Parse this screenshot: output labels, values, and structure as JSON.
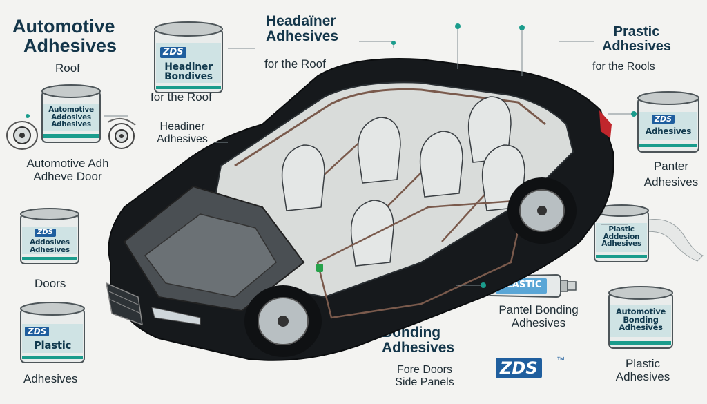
{
  "colors": {
    "background": "#f3f3f1",
    "title": "#14364a",
    "can_band": "#c9dfe2",
    "accent_teal": "#1a9c8c",
    "brand_blue": "#1f5e9e",
    "car_body": "#16191c"
  },
  "left": {
    "title_line1": "Automotive",
    "title_line2": "Adhesives",
    "subtitle": "Roof",
    "can1_label_line1": "Automotive",
    "can1_label_line2": "Addosives",
    "can1_label_line3": "Adhesives",
    "caption1_line1": "Automotive Adh",
    "caption1_line2": "Adheve Door",
    "can2_logo": "ZDS",
    "can2_label_line1": "Addosives",
    "can2_label_line2": "Adhesives",
    "caption2": "Doors",
    "can3_logo": "ZDS",
    "can3_label": "Plastic",
    "caption3": "Adhesives"
  },
  "top_left_can": {
    "logo": "ZDS",
    "label_line1": "Headiner",
    "label_line2": "Bondives",
    "caption": "for the Roof"
  },
  "headliner_label": {
    "line1": "Headiner",
    "line2": "Adhesives"
  },
  "top_center": {
    "title_line1": "Headaïner",
    "title_line2": "Adhesives",
    "subtitle": "for the Roof"
  },
  "top_right": {
    "title_line1": "Prastic",
    "title_line2": "Adhesives",
    "subtitle": "for the Rools"
  },
  "right": {
    "can1_logo": "ZDS",
    "can1_label": "Adhesives",
    "caption1_line1": "Panter",
    "caption1_line2": "Adhesives",
    "can2_label_line1": "Plastic",
    "can2_label_line2": "Addesion",
    "can2_label_line3": "Adhesives",
    "can3_label_line1": "Automotive",
    "can3_label_line2": "Bonding",
    "can3_label_line3": "Adhesives",
    "caption3_line1": "Plastic",
    "caption3_line2": "Adhesives"
  },
  "tube": {
    "label": "Plastic",
    "caption_line1": "Pantel Bonding",
    "caption_line2": "Adhesives"
  },
  "bottom_center": {
    "title_line1": "Panel",
    "title_line2": "Bonding",
    "title_line3": "Adhesives",
    "subtitle_line1": "Fore Doors",
    "subtitle_line2": "Side Panels"
  },
  "brand": {
    "logo": "ZDS",
    "trademark": "™"
  },
  "icons": [
    "wheel-icon",
    "adhesive-can-icon",
    "adhesive-tube-icon",
    "car-cutaway-illustration"
  ]
}
